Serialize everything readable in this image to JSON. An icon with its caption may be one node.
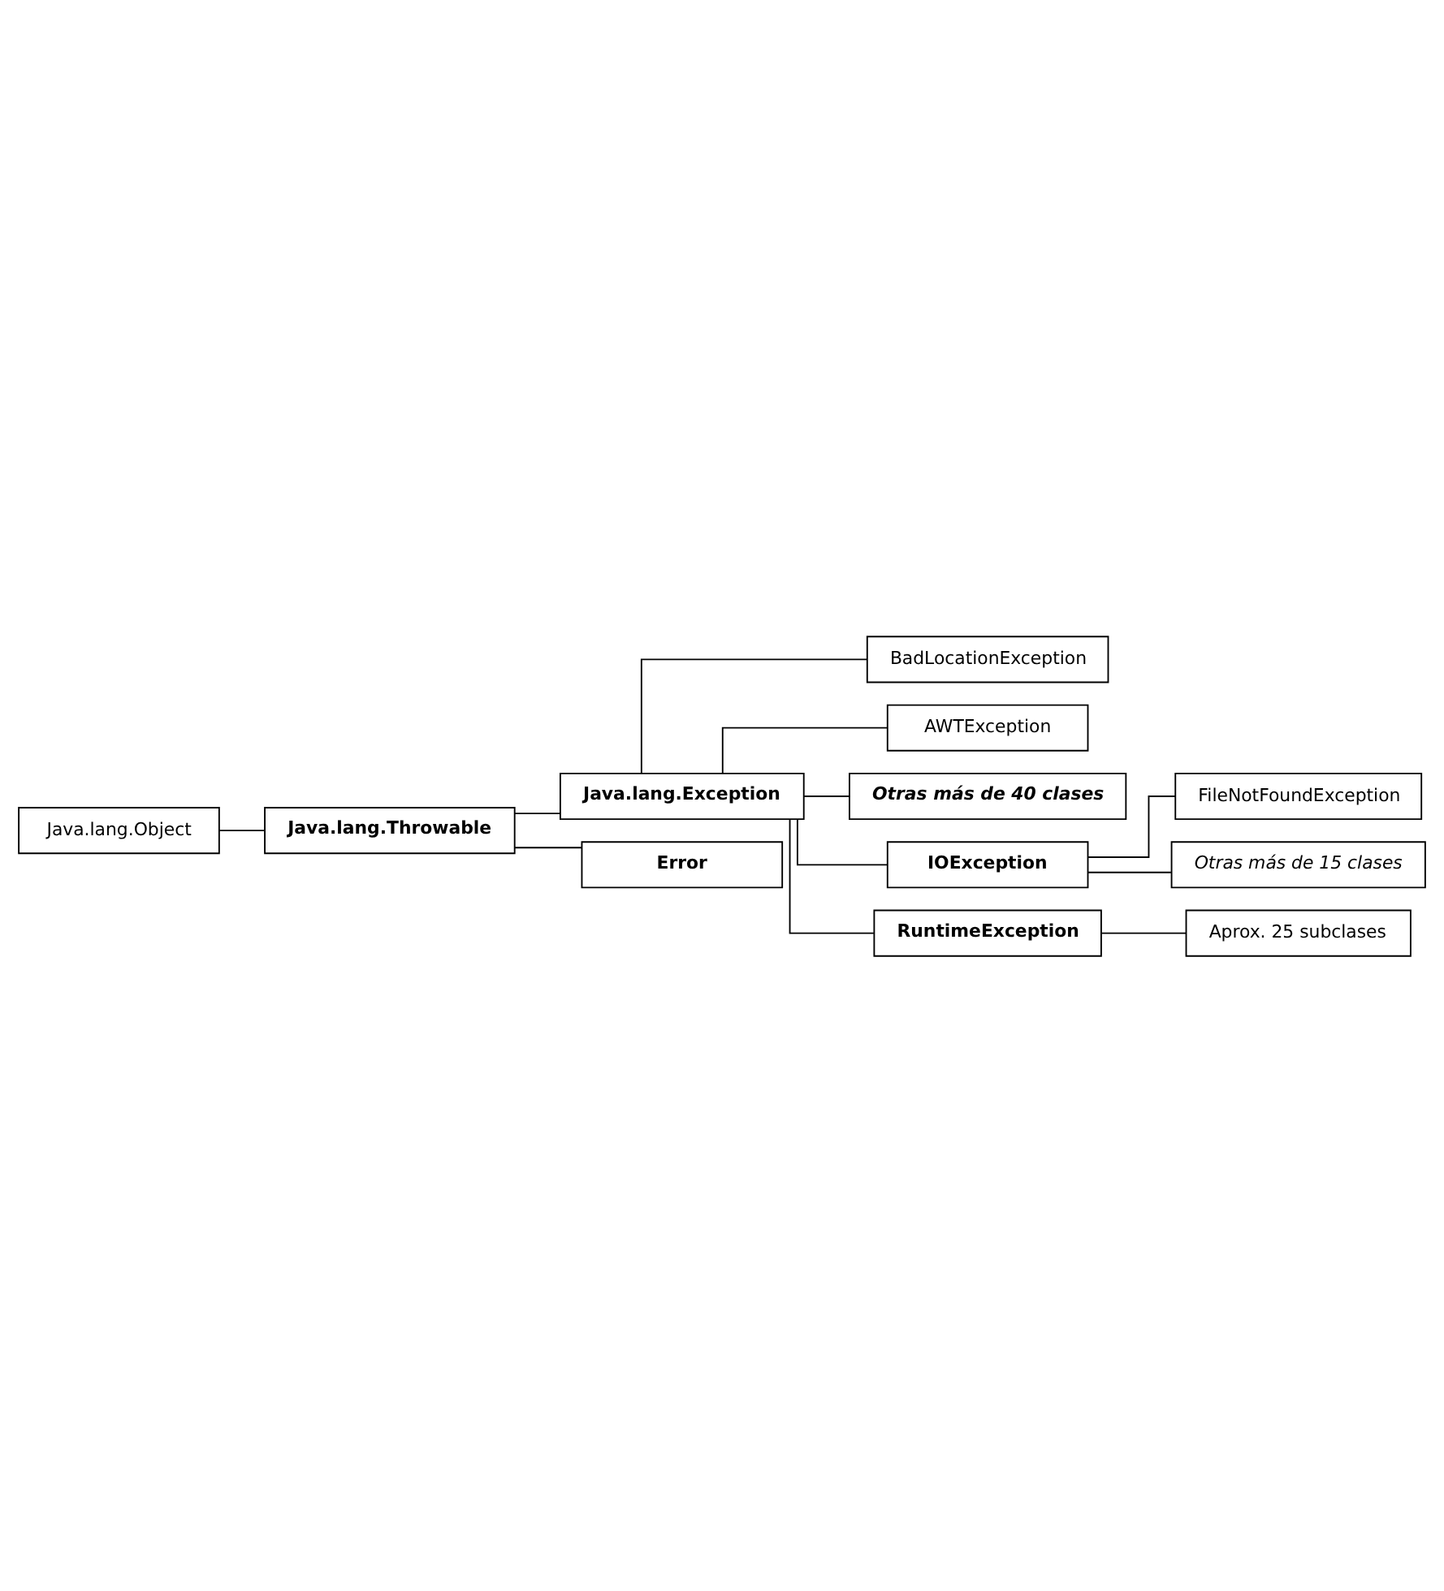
{
  "diagram": {
    "nodes": [
      {
        "text": [
          "Java.lang.Object"
        ]
      },
      {
        "text": [
          "Java.lang.Throwable"
        ]
      },
      {
        "text": [
          "Java.lang.Exception"
        ]
      },
      {
        "text": [
          "BadLocationException"
        ]
      },
      {
        "text": [
          "AWTException"
        ]
      },
      {
        "text": [
          "Otras más de 40 clases"
        ]
      },
      {
        "text": [
          "IOException"
        ]
      },
      {
        "text": [
          "FileNotFoundException"
        ]
      },
      {
        "text": [
          "Otras más de 15 clases"
        ]
      },
      {
        "text": [
          "RuntimeException"
        ]
      },
      {
        "text": [
          "Aprox. 25 subclases"
        ]
      },
      {
        "text": [
          "Error"
        ]
      }
    ],
    "edges": [
      {
        "from": 0,
        "to": 1,
        "arrow": "none"
      },
      {
        "from": 1,
        "to": 2,
        "arrow": "none"
      },
      {
        "from": 2,
        "to": 3,
        "arrow": "none"
      },
      {
        "from": 2,
        "to": 4,
        "arrow": "none"
      },
      {
        "from": 2,
        "to": 5,
        "arrow": "none"
      },
      {
        "from": 2,
        "to": 6,
        "arrow": "none"
      },
      {
        "from": 6,
        "to": 7,
        "arrow": "none"
      },
      {
        "from": 6,
        "to": 8,
        "arrow": "none"
      },
      {
        "from": 2,
        "to": 9,
        "arrow": "none"
      },
      {
        "from": 9,
        "to": 10,
        "arrow": "none"
      },
      {
        "from": 1,
        "to": 11,
        "arrow": "none"
      }
    ]
  }
}
